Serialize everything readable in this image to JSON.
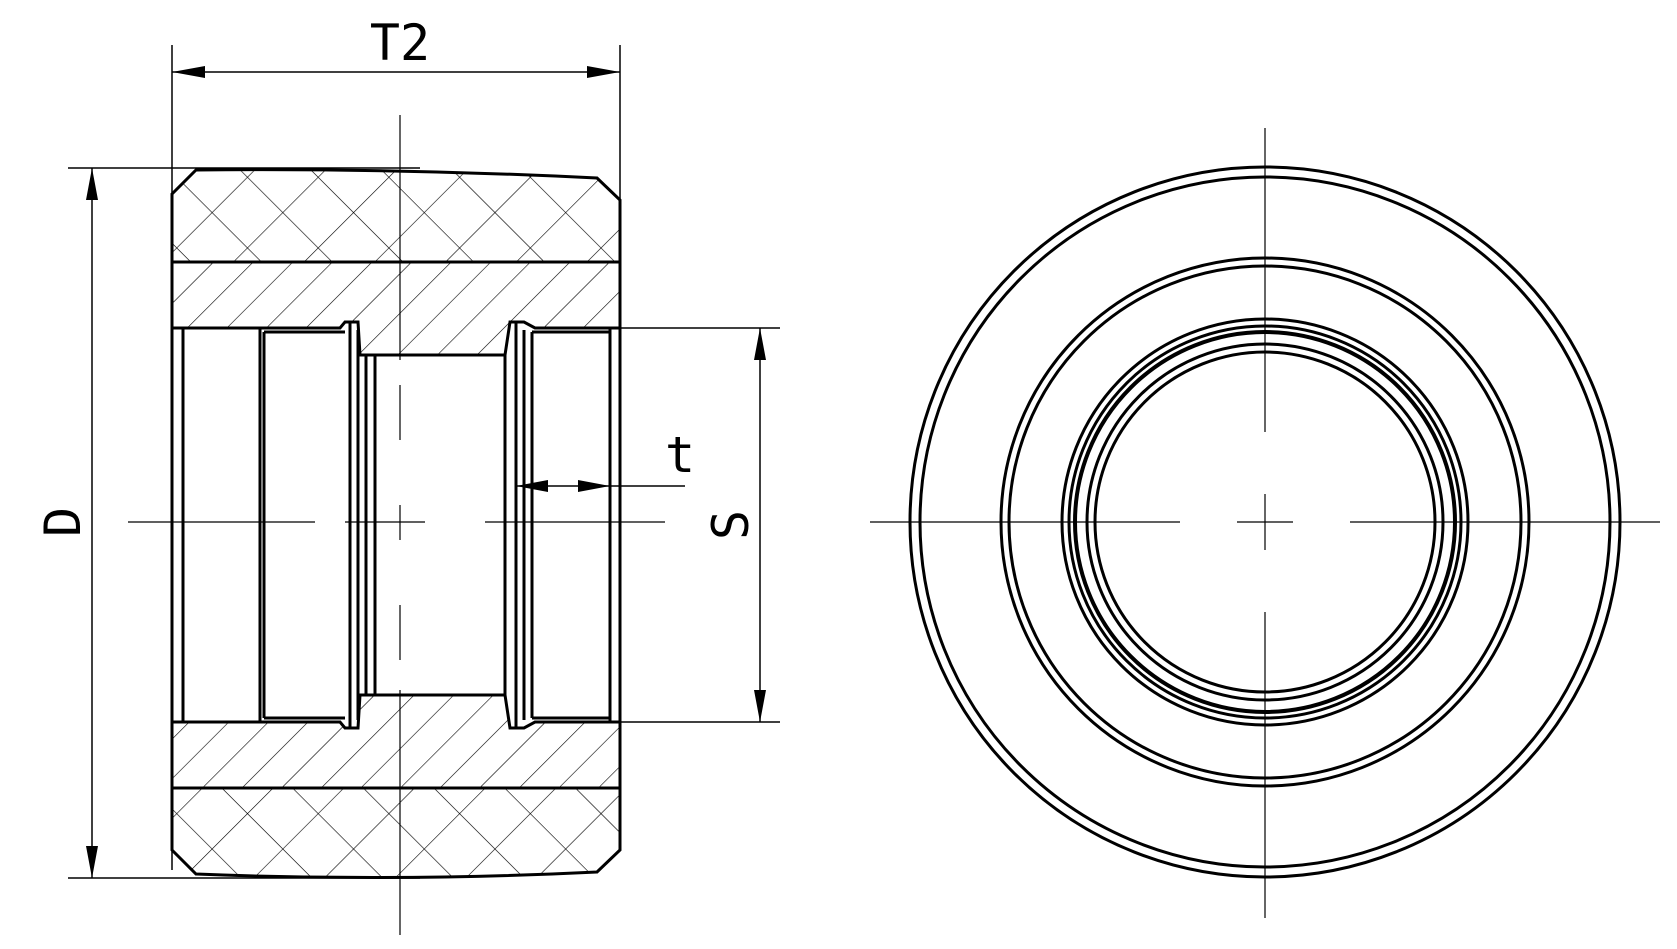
{
  "drawing": {
    "title": "",
    "dimensions": {
      "width_label": "T2",
      "diameter_label": "D",
      "bore_label": "S",
      "groove_label": "t"
    }
  },
  "colors": {
    "line": "#000000",
    "background": "#ffffff"
  }
}
